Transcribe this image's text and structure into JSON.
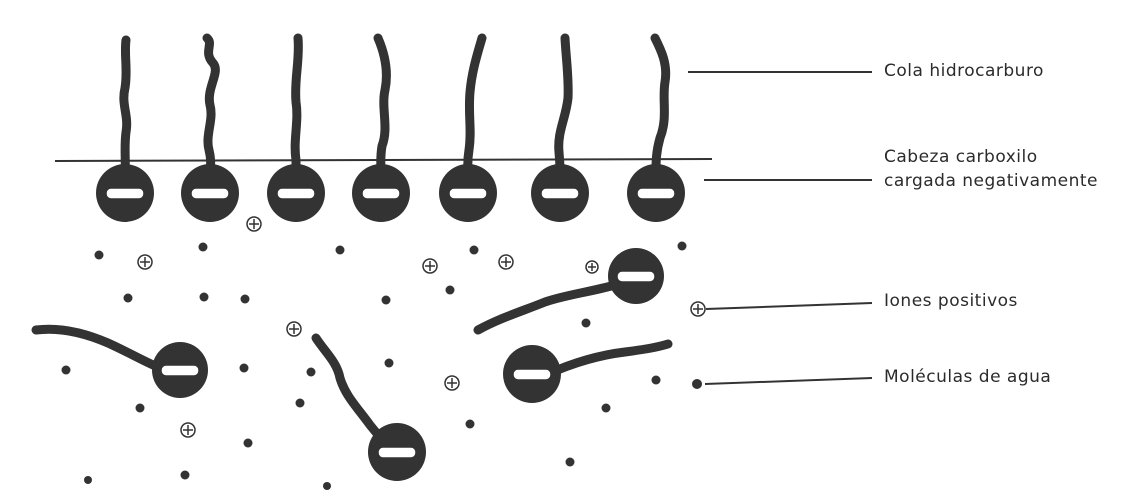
{
  "labels": {
    "tail": "Cola hidrocarburo",
    "head_line1": "Cabeza carboxilo",
    "head_line2": "cargada negativamente",
    "ions": "Iones positivos",
    "water": "Moléculas de agua"
  },
  "colors": {
    "ink": "#2e2e2e",
    "background": "#ffffff",
    "label_text": "#2b2b2b"
  }
}
